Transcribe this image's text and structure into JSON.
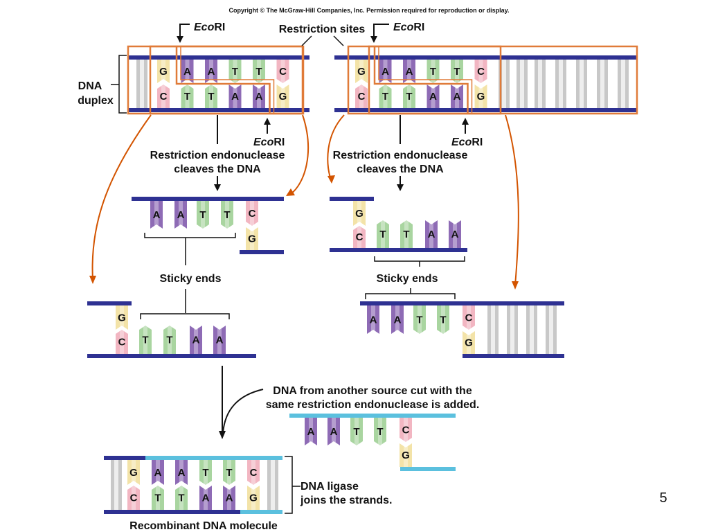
{
  "copyright": "Copyright © The McGraw-Hill Companies, Inc. Permission required for reproduction or display.",
  "slide_number": "5",
  "colors": {
    "strand_dark": "#2e3192",
    "strand_light": "#5bc0de",
    "highlight": "#e07b39",
    "arrow": "#d35400",
    "base_G": "#f3e3a8",
    "base_C": "#f2b6c2",
    "base_A": "#8e6bb5",
    "base_T": "#a9d5a0",
    "base_gray": "#c8c8c8"
  },
  "labels": {
    "ecori_italic": "Eco",
    "ecori_rest": "RI",
    "restriction_sites": "Restriction sites",
    "dna_duplex_1": "DNA",
    "dna_duplex_2": "duplex",
    "cleaves_1": "Restriction endonuclease",
    "cleaves_2": "cleaves the DNA",
    "sticky_ends": "Sticky ends",
    "another_source_1": "DNA from another source cut with the",
    "another_source_2": "same restriction endonuclease is added.",
    "ligase_1": "DNA ligase",
    "ligase_2": "joins the strands.",
    "recombinant": "Recombinant DNA molecule"
  },
  "sequences": {
    "site_top": [
      "G",
      "A",
      "A",
      "T",
      "T",
      "C"
    ],
    "site_bottom": [
      "C",
      "T",
      "T",
      "A",
      "A",
      "G"
    ],
    "sticky_right_overhang": [
      "A",
      "A",
      "T",
      "T"
    ],
    "sticky_left_overhang": [
      "T",
      "T",
      "A",
      "A"
    ],
    "foreign_overhang": [
      "A",
      "A",
      "T",
      "T"
    ],
    "recombinant_top": [
      "G",
      "A",
      "A",
      "T",
      "T",
      "C"
    ],
    "recombinant_bottom": [
      "C",
      "T",
      "T",
      "A",
      "A",
      "G"
    ]
  }
}
